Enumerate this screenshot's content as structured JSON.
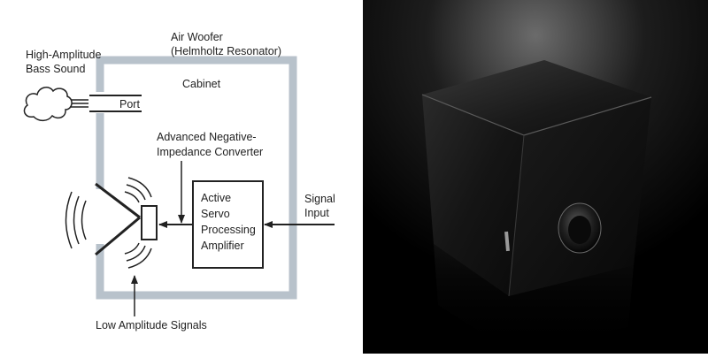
{
  "diagram": {
    "title_line1": "Air Woofer",
    "title_line2": "(Helmholtz Resonator)",
    "bass_line1": "High-Amplitude",
    "bass_line2": "Bass Sound",
    "cabinet": "Cabinet",
    "port": "Port",
    "converter_line1": "Advanced Negative-",
    "converter_line2": "Impedance Converter",
    "amp_line1": "Active",
    "amp_line2": "Servo",
    "amp_line3": "Processing",
    "amp_line4": "Amplifier",
    "signal_line1": "Signal",
    "signal_line2": "Input",
    "low_amplitude": "Low Amplitude Signals"
  },
  "product": {
    "icons": [
      "subwoofer-product-photo",
      "yamaha-logo",
      "bass-port"
    ],
    "colors": {
      "cabinet": "#1c1c1c",
      "background": "#000000"
    }
  }
}
